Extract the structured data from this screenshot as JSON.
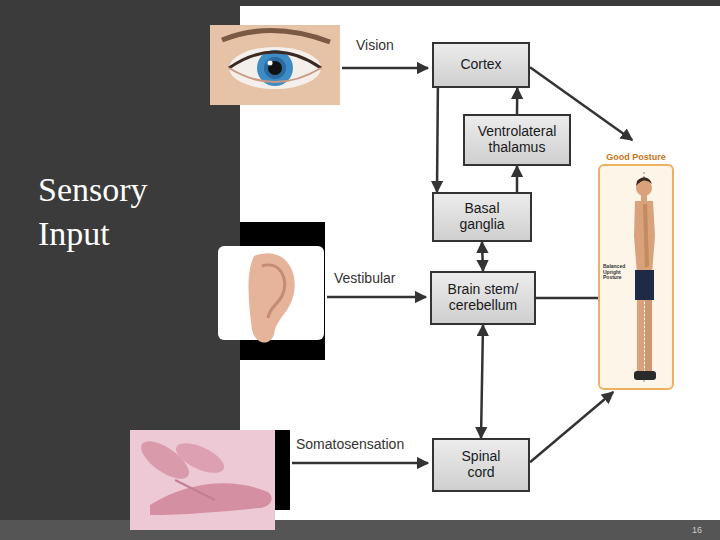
{
  "diagram": {
    "title": "Sensory Input",
    "nodes": [
      {
        "text": [
          "Cortex"
        ]
      },
      {
        "text": [
          "Ventrolateral thalamus"
        ]
      },
      {
        "text": [
          "Basal ganglia"
        ]
      },
      {
        "text": [
          "Brain stem/ cerebellum"
        ]
      },
      {
        "text": [
          "Spinal cord"
        ]
      },
      {
        "text": [
          "Good Posture",
          "Balanced Upright Posture"
        ]
      }
    ],
    "edges": [
      {
        "from": 1,
        "to": 0,
        "arrow": "to"
      },
      {
        "from": 0,
        "to": 2,
        "arrow": "to"
      },
      {
        "from": 2,
        "to": 1,
        "arrow": "to"
      },
      {
        "from": 0,
        "to": 5,
        "arrow": "to"
      },
      {
        "from": 2,
        "to": 3,
        "arrow": "both"
      },
      {
        "from": 3,
        "to": 5,
        "arrow": "none"
      },
      {
        "from": 3,
        "to": 4,
        "arrow": "both"
      },
      {
        "from": 4,
        "to": 5,
        "arrow": "to"
      }
    ],
    "labels": [
      "Vision",
      "Vestibular",
      "Somatosensation",
      "16"
    ]
  }
}
